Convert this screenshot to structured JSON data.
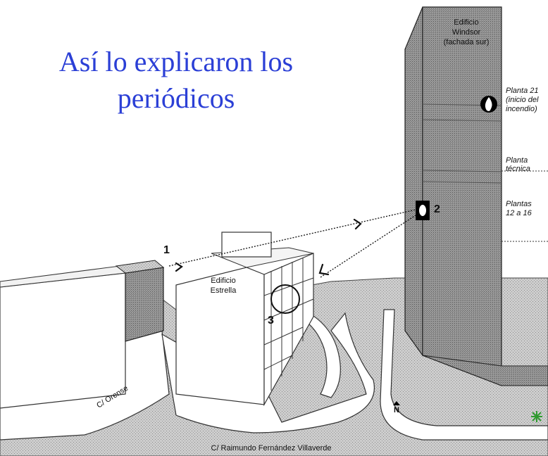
{
  "title_line1": "Así lo explicaron los",
  "title_line2": "periódicos",
  "windsor": {
    "line1": "Edificio",
    "line2": "Windsor",
    "line3": "(fachada sur)"
  },
  "estrella": {
    "line1": "Edificio",
    "line2": "Estrella"
  },
  "floors": {
    "planta21": {
      "line1": "Planta 21",
      "line2": "(inicio del",
      "line3": "incendio)"
    },
    "tecnica": {
      "line1": "Planta",
      "line2": "técnica"
    },
    "plantas": {
      "line1": "Plantas",
      "line2": "12 a 16"
    }
  },
  "markers": {
    "one": "1",
    "two": "2",
    "three": "3"
  },
  "streets": {
    "orense": "C/ Orense",
    "raimundo": "C/ Raimundo Fernández Villaverde"
  },
  "north": "N",
  "colors": {
    "title": "#2b3fd6",
    "building": "#8c8c8c",
    "ground": "#cfcfcf",
    "star": "#2e9a2e"
  },
  "icons": [
    "flame-icon",
    "north-arrow-icon",
    "star-icon"
  ]
}
